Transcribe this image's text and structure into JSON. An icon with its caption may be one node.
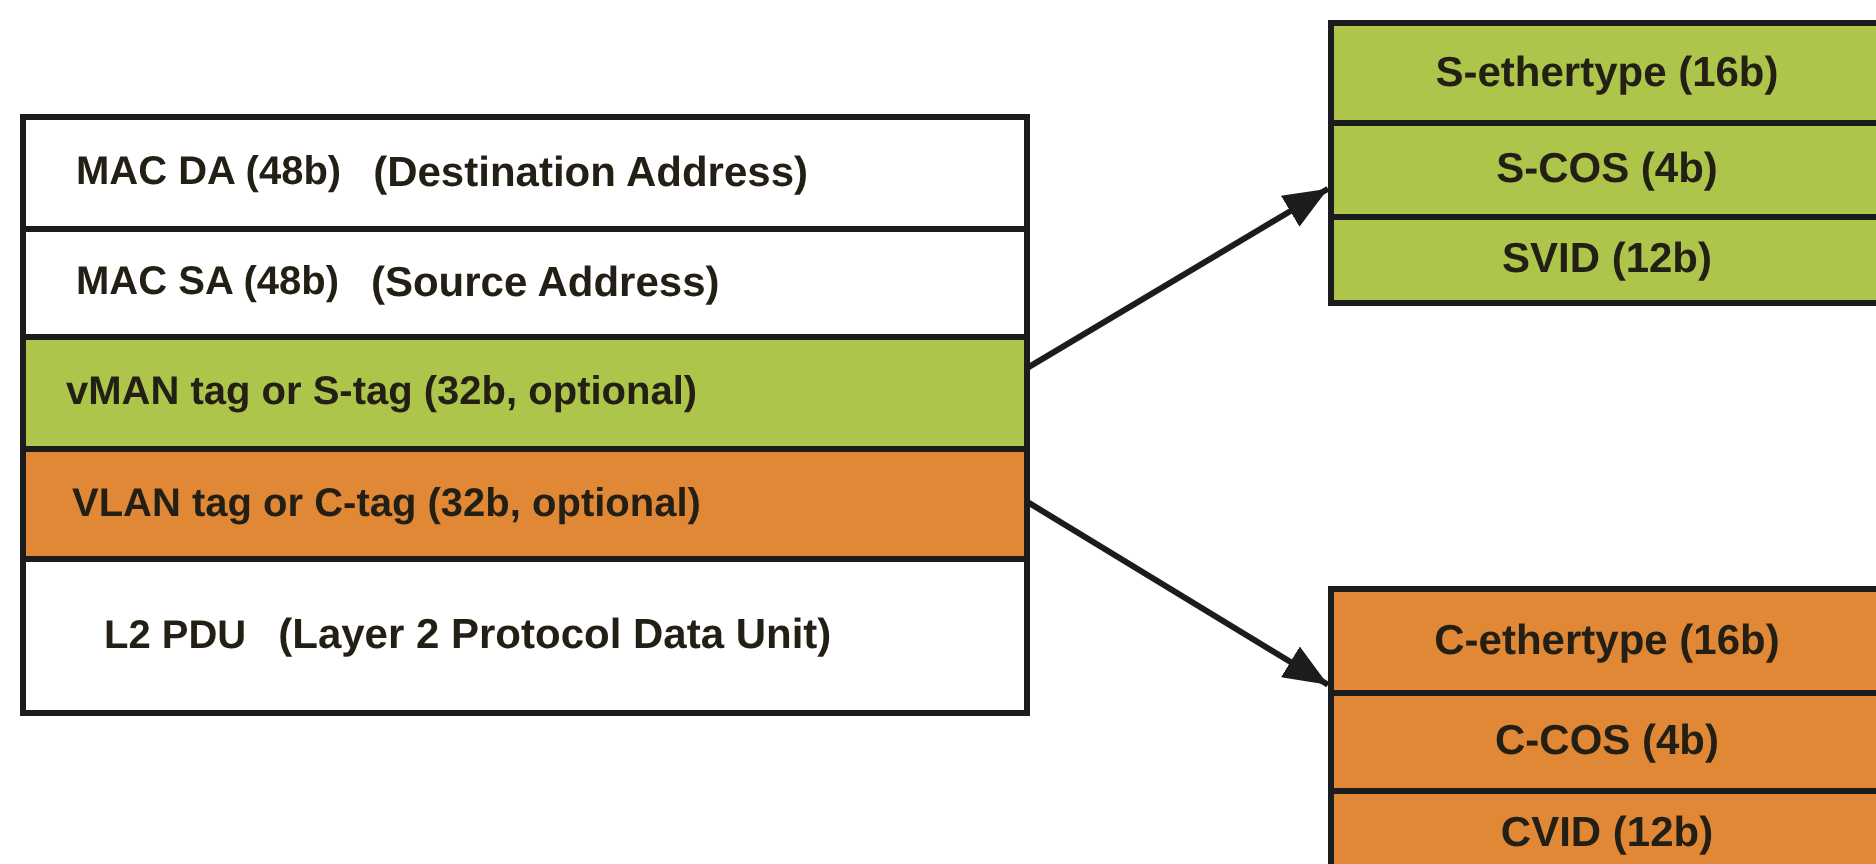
{
  "diagram": {
    "nodes": [
      {
        "text": [],
        "shape": "box"
      },
      {
        "text": [
          "MAC DA (48b)",
          "(Destination Address)"
        ],
        "in": 0
      },
      {
        "text": [
          "MAC SA (48b)",
          "(Source Address)"
        ],
        "in": 0
      },
      {
        "text": [
          "vMAN tag or S-tag (32b, optional)"
        ],
        "in": 0
      },
      {
        "text": [
          "VLAN tag or C-tag (32b, optional)"
        ],
        "in": 0
      },
      {
        "text": [
          "L2 PDU",
          "(Layer 2 Protocol Data Unit)"
        ],
        "in": 0
      },
      {
        "text": [],
        "shape": "box"
      },
      {
        "text": [
          "S-ethertype (16b)"
        ],
        "in": 6
      },
      {
        "text": [
          "S-COS (4b)"
        ],
        "in": 6
      },
      {
        "text": [
          "SVID (12b)"
        ],
        "in": 6
      },
      {
        "text": [],
        "shape": "box"
      },
      {
        "text": [
          "C-ethertype (16b)"
        ],
        "in": 10
      },
      {
        "text": [
          "C-COS (4b)"
        ],
        "in": 10
      },
      {
        "text": [
          "CVID (12b)"
        ],
        "in": 10
      }
    ],
    "edges": [
      {
        "from": 3,
        "to": 6,
        "arrow": "to"
      },
      {
        "from": 4,
        "to": 10,
        "arrow": "to"
      }
    ]
  }
}
